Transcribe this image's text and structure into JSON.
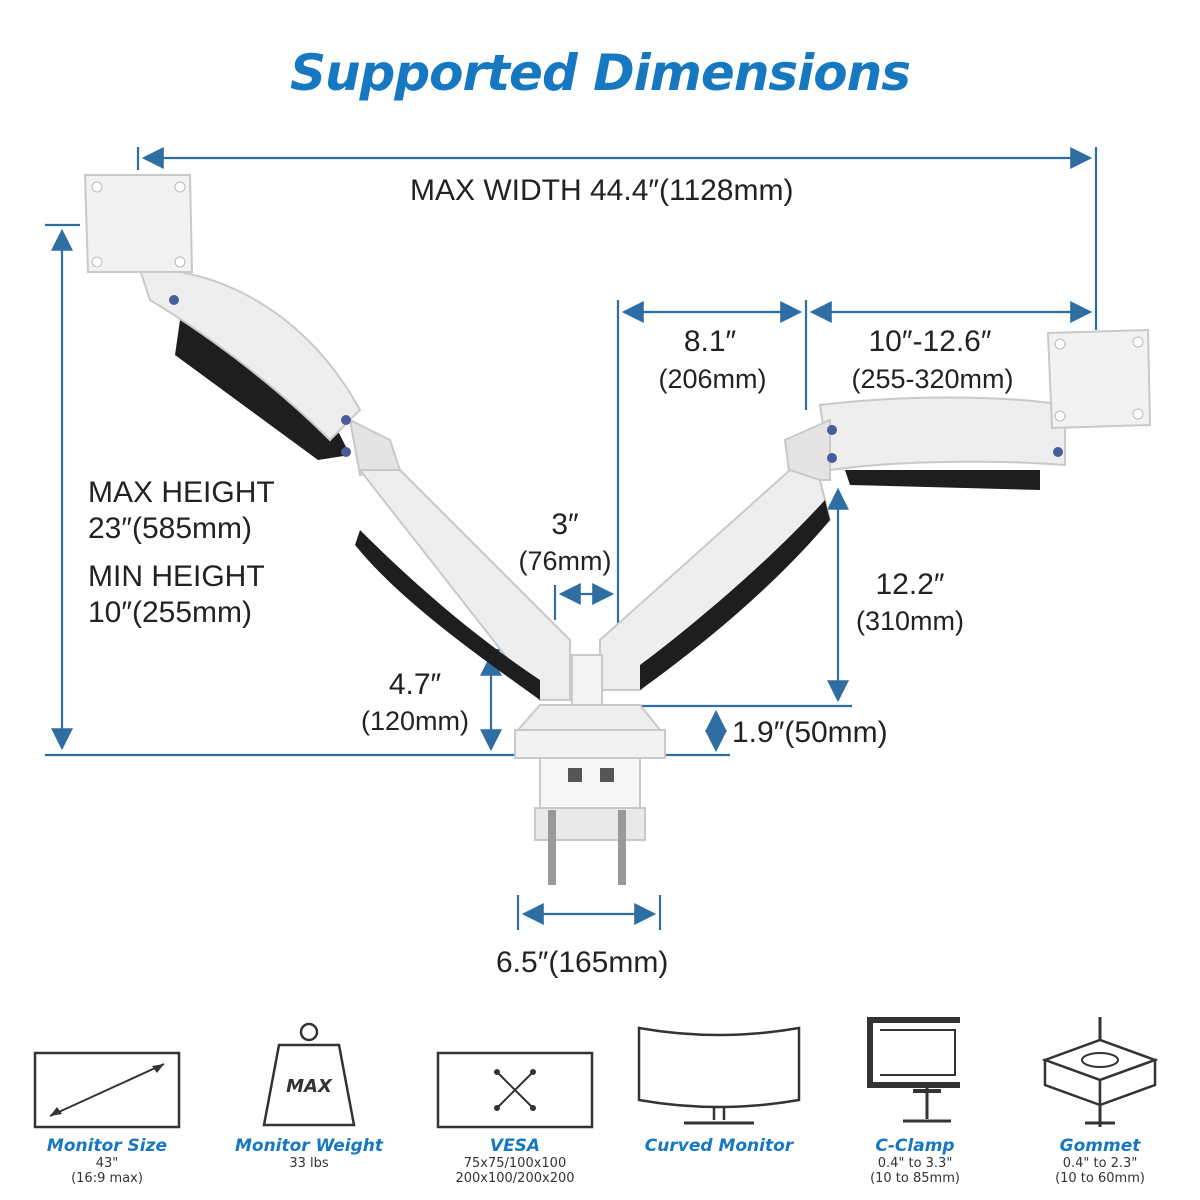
{
  "title": "Supported Dimensions",
  "dimensions": {
    "max_width": "MAX WIDTH 44.4″(1128mm)",
    "arm_8_1": "8.1″",
    "arm_8_1_mm": "(206mm)",
    "arm_10_12": "10″-12.6″",
    "arm_10_12_mm": "(255-320mm)",
    "max_height": "MAX HEIGHT",
    "max_height_val": "23″(585mm)",
    "min_height": "MIN HEIGHT",
    "min_height_val": "10″(255mm)",
    "gap_3": "3″",
    "gap_3_mm": "(76mm)",
    "height_12_2": "12.2″",
    "height_12_2_mm": "(310mm)",
    "height_4_7": "4.7″",
    "height_4_7_mm": "(120mm)",
    "height_1_9": "1.9″(50mm)",
    "base_width": "6.5″(165mm)"
  },
  "specs": [
    {
      "label": "Monitor Size",
      "line1": "43\"",
      "line2": "(16:9 max)"
    },
    {
      "label": "Monitor Weight",
      "line1": "33 lbs",
      "line2": "",
      "icon_text": "MAX"
    },
    {
      "label": "VESA",
      "line1": "75x75/100x100",
      "line2": "200x100/200x200"
    },
    {
      "label": "Curved Monitor",
      "line1": "",
      "line2": ""
    },
    {
      "label": "C-Clamp",
      "line1": "0.4\" to 3.3\"",
      "line2": "(10 to 85mm)"
    },
    {
      "label": "Gommet",
      "line1": "0.4\" to 2.3\"",
      "line2": "(10 to 60mm)"
    }
  ],
  "colors": {
    "accent": "#1778c2",
    "line": "#2f6ea3",
    "arm": "#eeeeee",
    "arm_shadow": "#1e1e1e"
  }
}
